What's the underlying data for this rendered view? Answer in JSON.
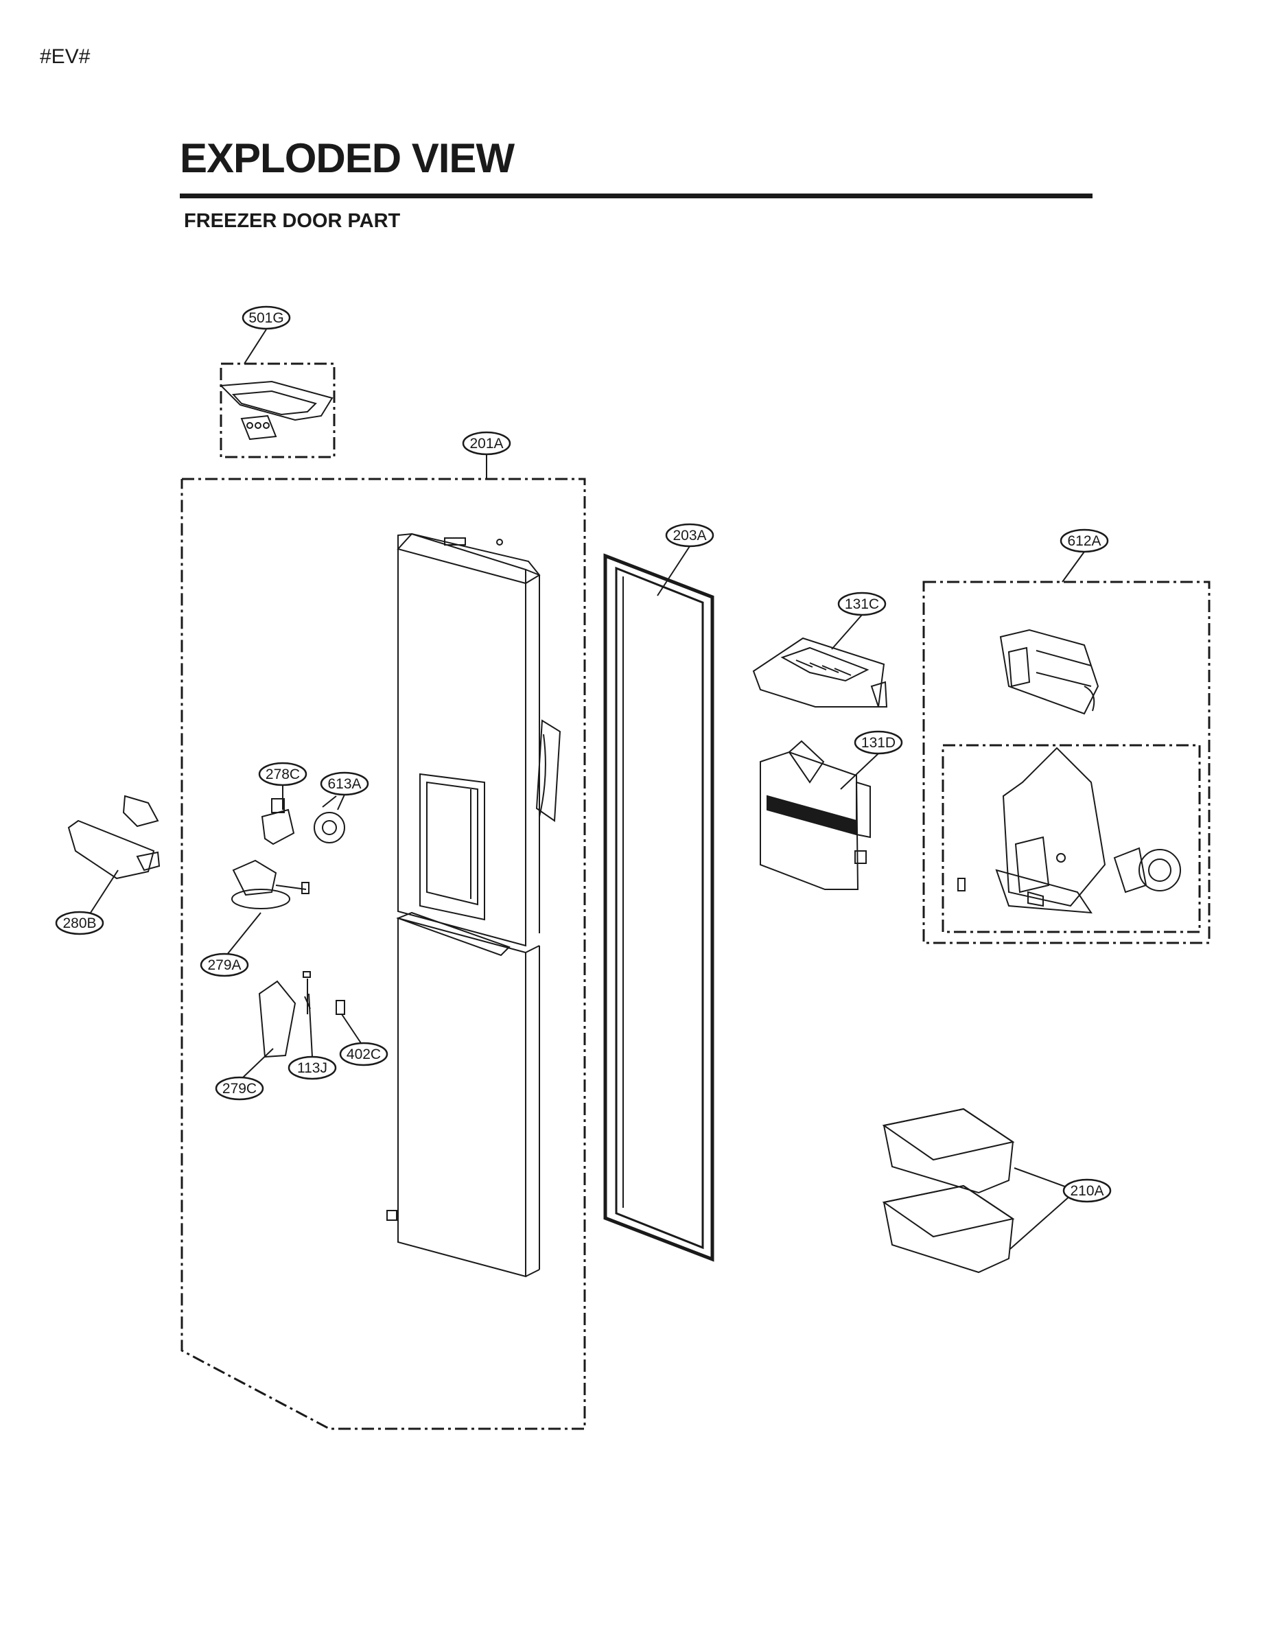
{
  "header": {
    "tag": "#EV#",
    "title": "EXPLODED VIEW",
    "subtitle": "FREEZER DOOR PART"
  },
  "callouts": [
    {
      "id": "501G",
      "label": "501G"
    },
    {
      "id": "201A",
      "label": "201A"
    },
    {
      "id": "203A",
      "label": "203A"
    },
    {
      "id": "612A",
      "label": "612A"
    },
    {
      "id": "131C",
      "label": "131C"
    },
    {
      "id": "131D",
      "label": "131D"
    },
    {
      "id": "278C",
      "label": "278C"
    },
    {
      "id": "613A",
      "label": "613A"
    },
    {
      "id": "280B",
      "label": "280B"
    },
    {
      "id": "279A",
      "label": "279A"
    },
    {
      "id": "113J",
      "label": "113J"
    },
    {
      "id": "402C",
      "label": "402C"
    },
    {
      "id": "279C",
      "label": "279C"
    },
    {
      "id": "210A",
      "label": "210A"
    }
  ]
}
